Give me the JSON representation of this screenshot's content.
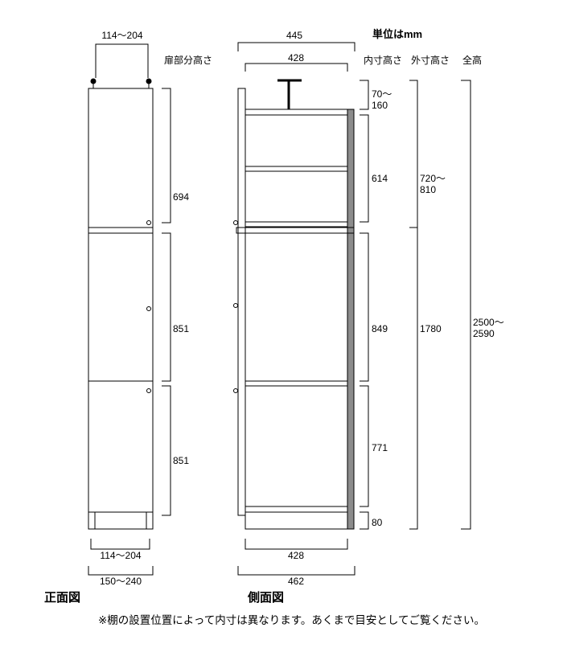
{
  "unit_label": "単位はmm",
  "column_headers": {
    "door_height": "扉部分高さ",
    "inner_height": "内寸高さ",
    "outer_height": "外寸高さ",
    "total_height": "全高"
  },
  "front_view": {
    "label": "正面図",
    "top_width": "114～204",
    "bottom_inner_width": "114～204",
    "bottom_outer_width": "150～240",
    "door_heights": [
      "694",
      "851",
      "851"
    ]
  },
  "side_view": {
    "label": "側面図",
    "top_outer_width": "445",
    "top_inner_width": "428",
    "bottom_inner_width": "428",
    "bottom_outer_width": "462",
    "inner_heights": [
      "70～\n160",
      "614",
      "849",
      "771",
      "80"
    ],
    "outer_heights": [
      "720～\n810",
      "1780"
    ],
    "total_height": "2500～\n2590"
  },
  "footnote": "※棚の設置位置によって内寸は異なります。あくまで目安としてご覧ください。",
  "colors": {
    "line": "#000000",
    "back_panel": "#8c8c8c"
  }
}
